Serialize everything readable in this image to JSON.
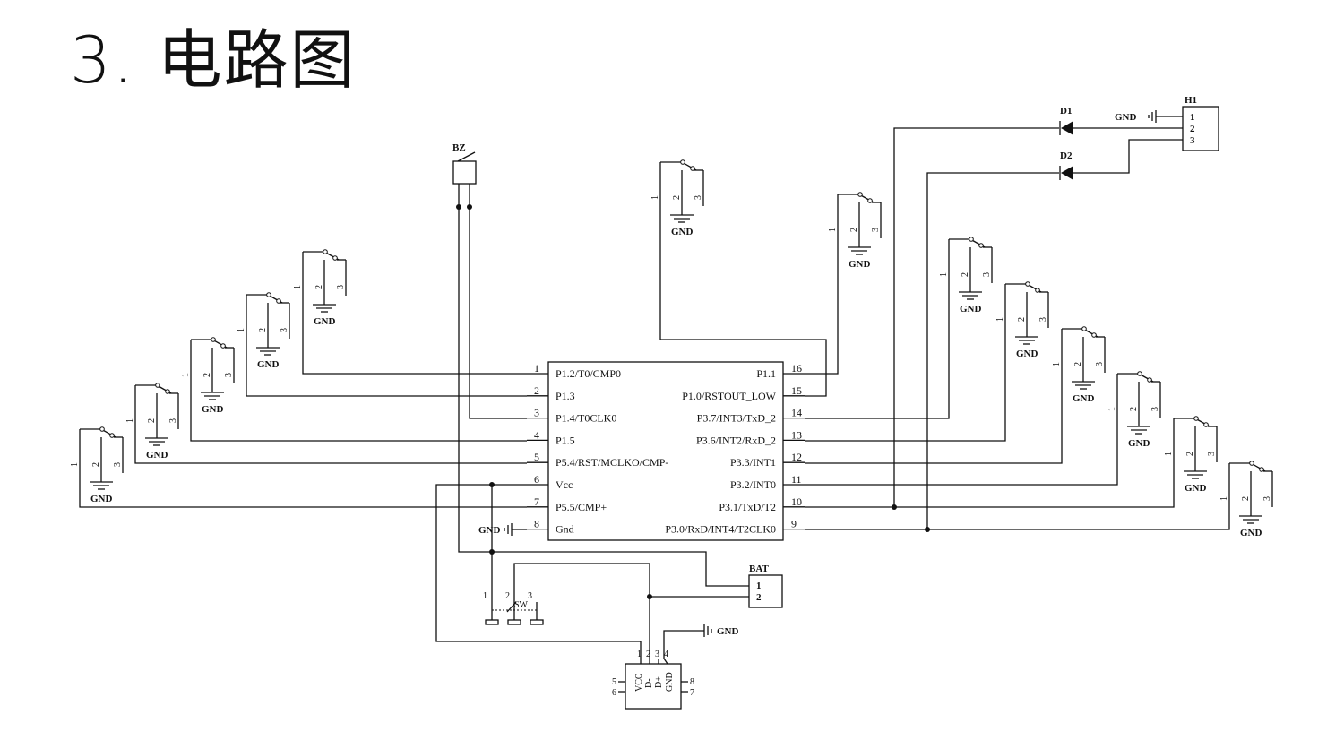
{
  "title": {
    "number": "3.",
    "text": "电路图"
  },
  "mcu": {
    "left_pins": [
      {
        "num": "1",
        "name": "P1.2/T0/CMP0"
      },
      {
        "num": "2",
        "name": "P1.3"
      },
      {
        "num": "3",
        "name": "P1.4/T0CLK0"
      },
      {
        "num": "4",
        "name": "P1.5"
      },
      {
        "num": "5",
        "name": "P5.4/RST/MCLKO/CMP-"
      },
      {
        "num": "6",
        "name": "Vcc"
      },
      {
        "num": "7",
        "name": "P5.5/CMP+"
      },
      {
        "num": "8",
        "name": "Gnd"
      }
    ],
    "right_pins": [
      {
        "num": "16",
        "name": "P1.1"
      },
      {
        "num": "15",
        "name": "P1.0/RSTOUT_LOW"
      },
      {
        "num": "14",
        "name": "P3.7/INT3/TxD_2"
      },
      {
        "num": "13",
        "name": "P3.6/INT2/RxD_2"
      },
      {
        "num": "12",
        "name": "P3.3/INT1"
      },
      {
        "num": "11",
        "name": "P3.2/INT0"
      },
      {
        "num": "10",
        "name": "P3.1/TxD/T2"
      },
      {
        "num": "9",
        "name": "P3.0/RxD/INT4/T2CLK0"
      }
    ]
  },
  "labels": {
    "gnd": "GND",
    "bz": "BZ",
    "bat": "BAT",
    "h1": "H1",
    "d1": "D1",
    "d2": "D2",
    "sw": "SW"
  },
  "bat_pins": [
    "1",
    "2"
  ],
  "h1_pins": [
    "1",
    "2",
    "3"
  ],
  "sw_pins": [
    "1",
    "2",
    "3"
  ],
  "switch_pins": [
    "1",
    "2",
    "3"
  ],
  "usb": {
    "pins_top": [
      "1",
      "2",
      "3",
      "4"
    ],
    "signals": [
      "VCC",
      "D-",
      "D+",
      "GND"
    ],
    "pins_left": [
      "5",
      "6"
    ],
    "pins_right": [
      "8",
      "7"
    ]
  }
}
